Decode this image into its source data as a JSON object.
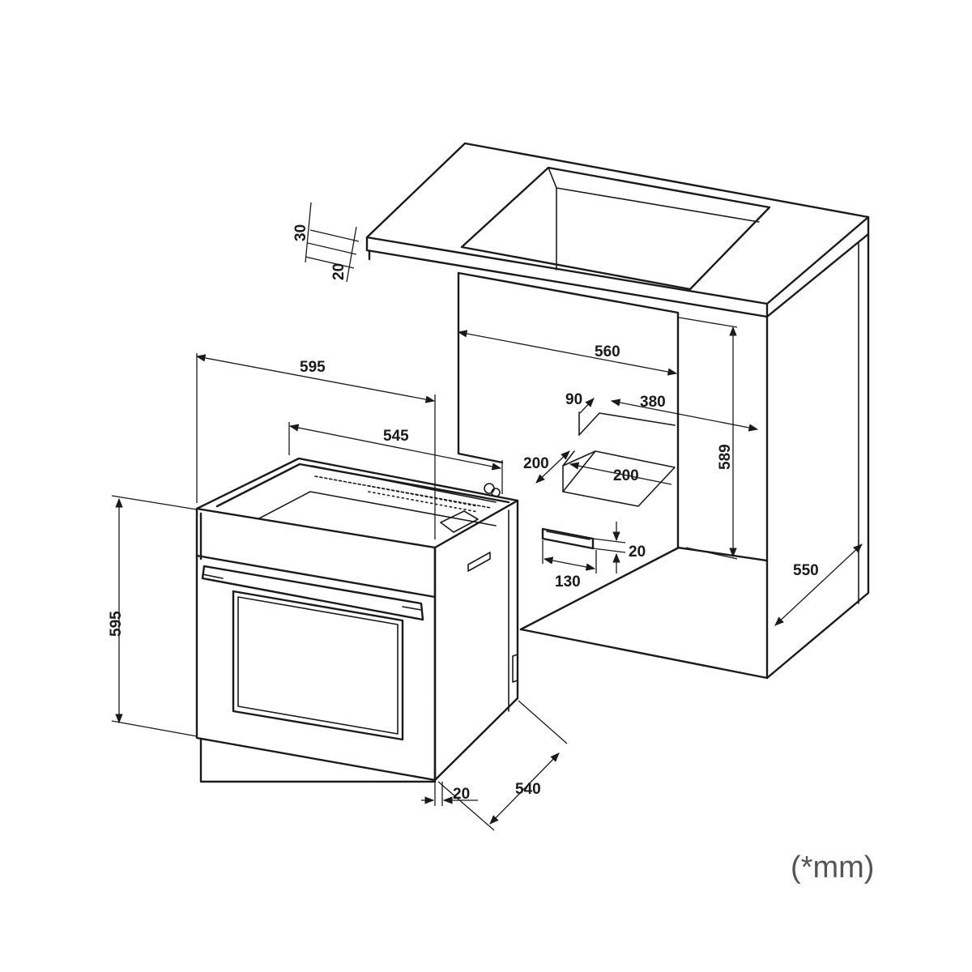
{
  "dimensions": {
    "top_gap_30": "30",
    "top_gap_20": "20",
    "cabinet_width_560": "560",
    "cutout_depth_380": "380",
    "cutout_offset_90": "90",
    "vent_200_a": "200",
    "vent_200_b": "200",
    "cabinet_height_589": "589",
    "cabinet_depth_550": "550",
    "slot_height_20": "20",
    "slot_width_130": "130",
    "oven_width_595": "595",
    "oven_body_545": "545",
    "oven_height_595": "595",
    "front_thickness_20": "20",
    "oven_depth_540": "540"
  },
  "unit_note": "(*mm)"
}
